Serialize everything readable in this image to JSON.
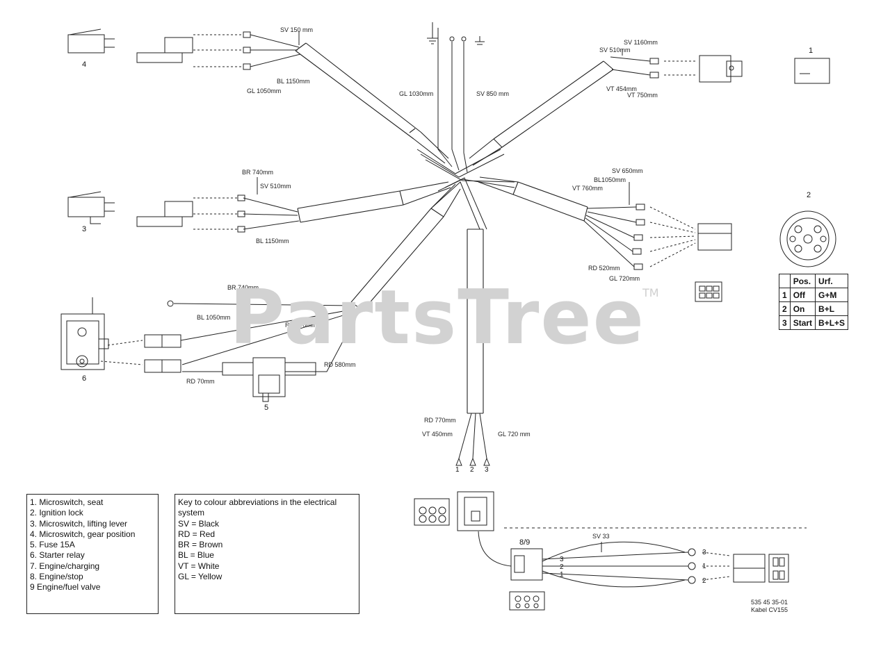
{
  "watermark": {
    "text": "PartsTree",
    "tm": "TM"
  },
  "components": [
    {
      "id": "1",
      "label": "1"
    },
    {
      "id": "2",
      "label": "2"
    },
    {
      "id": "3",
      "label": "3"
    },
    {
      "id": "4",
      "label": "4"
    },
    {
      "id": "5",
      "label": "5"
    },
    {
      "id": "6",
      "label": "6"
    },
    {
      "id": "789",
      "label": "8/9"
    }
  ],
  "wire_labels": [
    {
      "id": "sv150",
      "text": "SV 150 mm"
    },
    {
      "id": "bl1150",
      "text": "BL 1150mm"
    },
    {
      "id": "gl1050",
      "text": "GL 1050mm"
    },
    {
      "id": "gl1030",
      "text": "GL 1030mm"
    },
    {
      "id": "sv850",
      "text": "SV 850 mm"
    },
    {
      "id": "sv1160",
      "text": "SV 1160mm"
    },
    {
      "id": "sv510b",
      "text": "SV 510mm"
    },
    {
      "id": "vt454",
      "text": "VT 454mm"
    },
    {
      "id": "vt750",
      "text": "VT 750mm"
    },
    {
      "id": "br740a",
      "text": "BR 740mm"
    },
    {
      "id": "sv510a",
      "text": "SV 510mm"
    },
    {
      "id": "bl1150b",
      "text": "BL 1150mm"
    },
    {
      "id": "sv650",
      "text": "SV 650mm"
    },
    {
      "id": "bl1050a",
      "text": "BL1050mm"
    },
    {
      "id": "vt760",
      "text": "VT 760mm"
    },
    {
      "id": "rd520",
      "text": "RD 520mm"
    },
    {
      "id": "gl720a",
      "text": "GL 720mm"
    },
    {
      "id": "br740b",
      "text": "BR 740mm"
    },
    {
      "id": "bl1050b",
      "text": "BL 1050mm"
    },
    {
      "id": "rd770a",
      "text": "RD 770mm"
    },
    {
      "id": "rd580",
      "text": "RD 580mm"
    },
    {
      "id": "rd70",
      "text": "RD 70mm"
    },
    {
      "id": "rd770b",
      "text": "RD 770mm"
    },
    {
      "id": "vt450",
      "text": "VT 450mm"
    },
    {
      "id": "gl720b",
      "text": "GL 720 mm"
    },
    {
      "id": "sv33",
      "text": "SV 33"
    }
  ],
  "pin_numbers": [
    "1",
    "2",
    "3",
    "3",
    "2",
    "1",
    "3",
    "1",
    "2"
  ],
  "ignition_table": {
    "header": [
      "Pos.",
      "Urf."
    ],
    "rows": [
      [
        "1",
        "Off",
        "G+M"
      ],
      [
        "2",
        "On",
        "B+L"
      ],
      [
        "3",
        "Start",
        "B+L+S"
      ]
    ]
  },
  "legend_components": [
    "1. Microswitch, seat",
    "2. Ignition lock",
    "3. Microswitch, lifting lever",
    "4. Microswitch, gear position",
    "5. Fuse 15A",
    "6. Starter relay",
    "7. Engine/charging",
    "8. Engine/stop",
    "9 Engine/fuel valve"
  ],
  "legend_colours": {
    "title": "Key to colour abbreviations in the electrical system",
    "items": [
      "SV = Black",
      "RD = Red",
      "BR = Brown",
      "BL = Blue",
      "VT = White",
      "GL = Yellow"
    ]
  },
  "part_code": {
    "line1": "535 45 35-01",
    "line2": "Kabel CV155"
  }
}
